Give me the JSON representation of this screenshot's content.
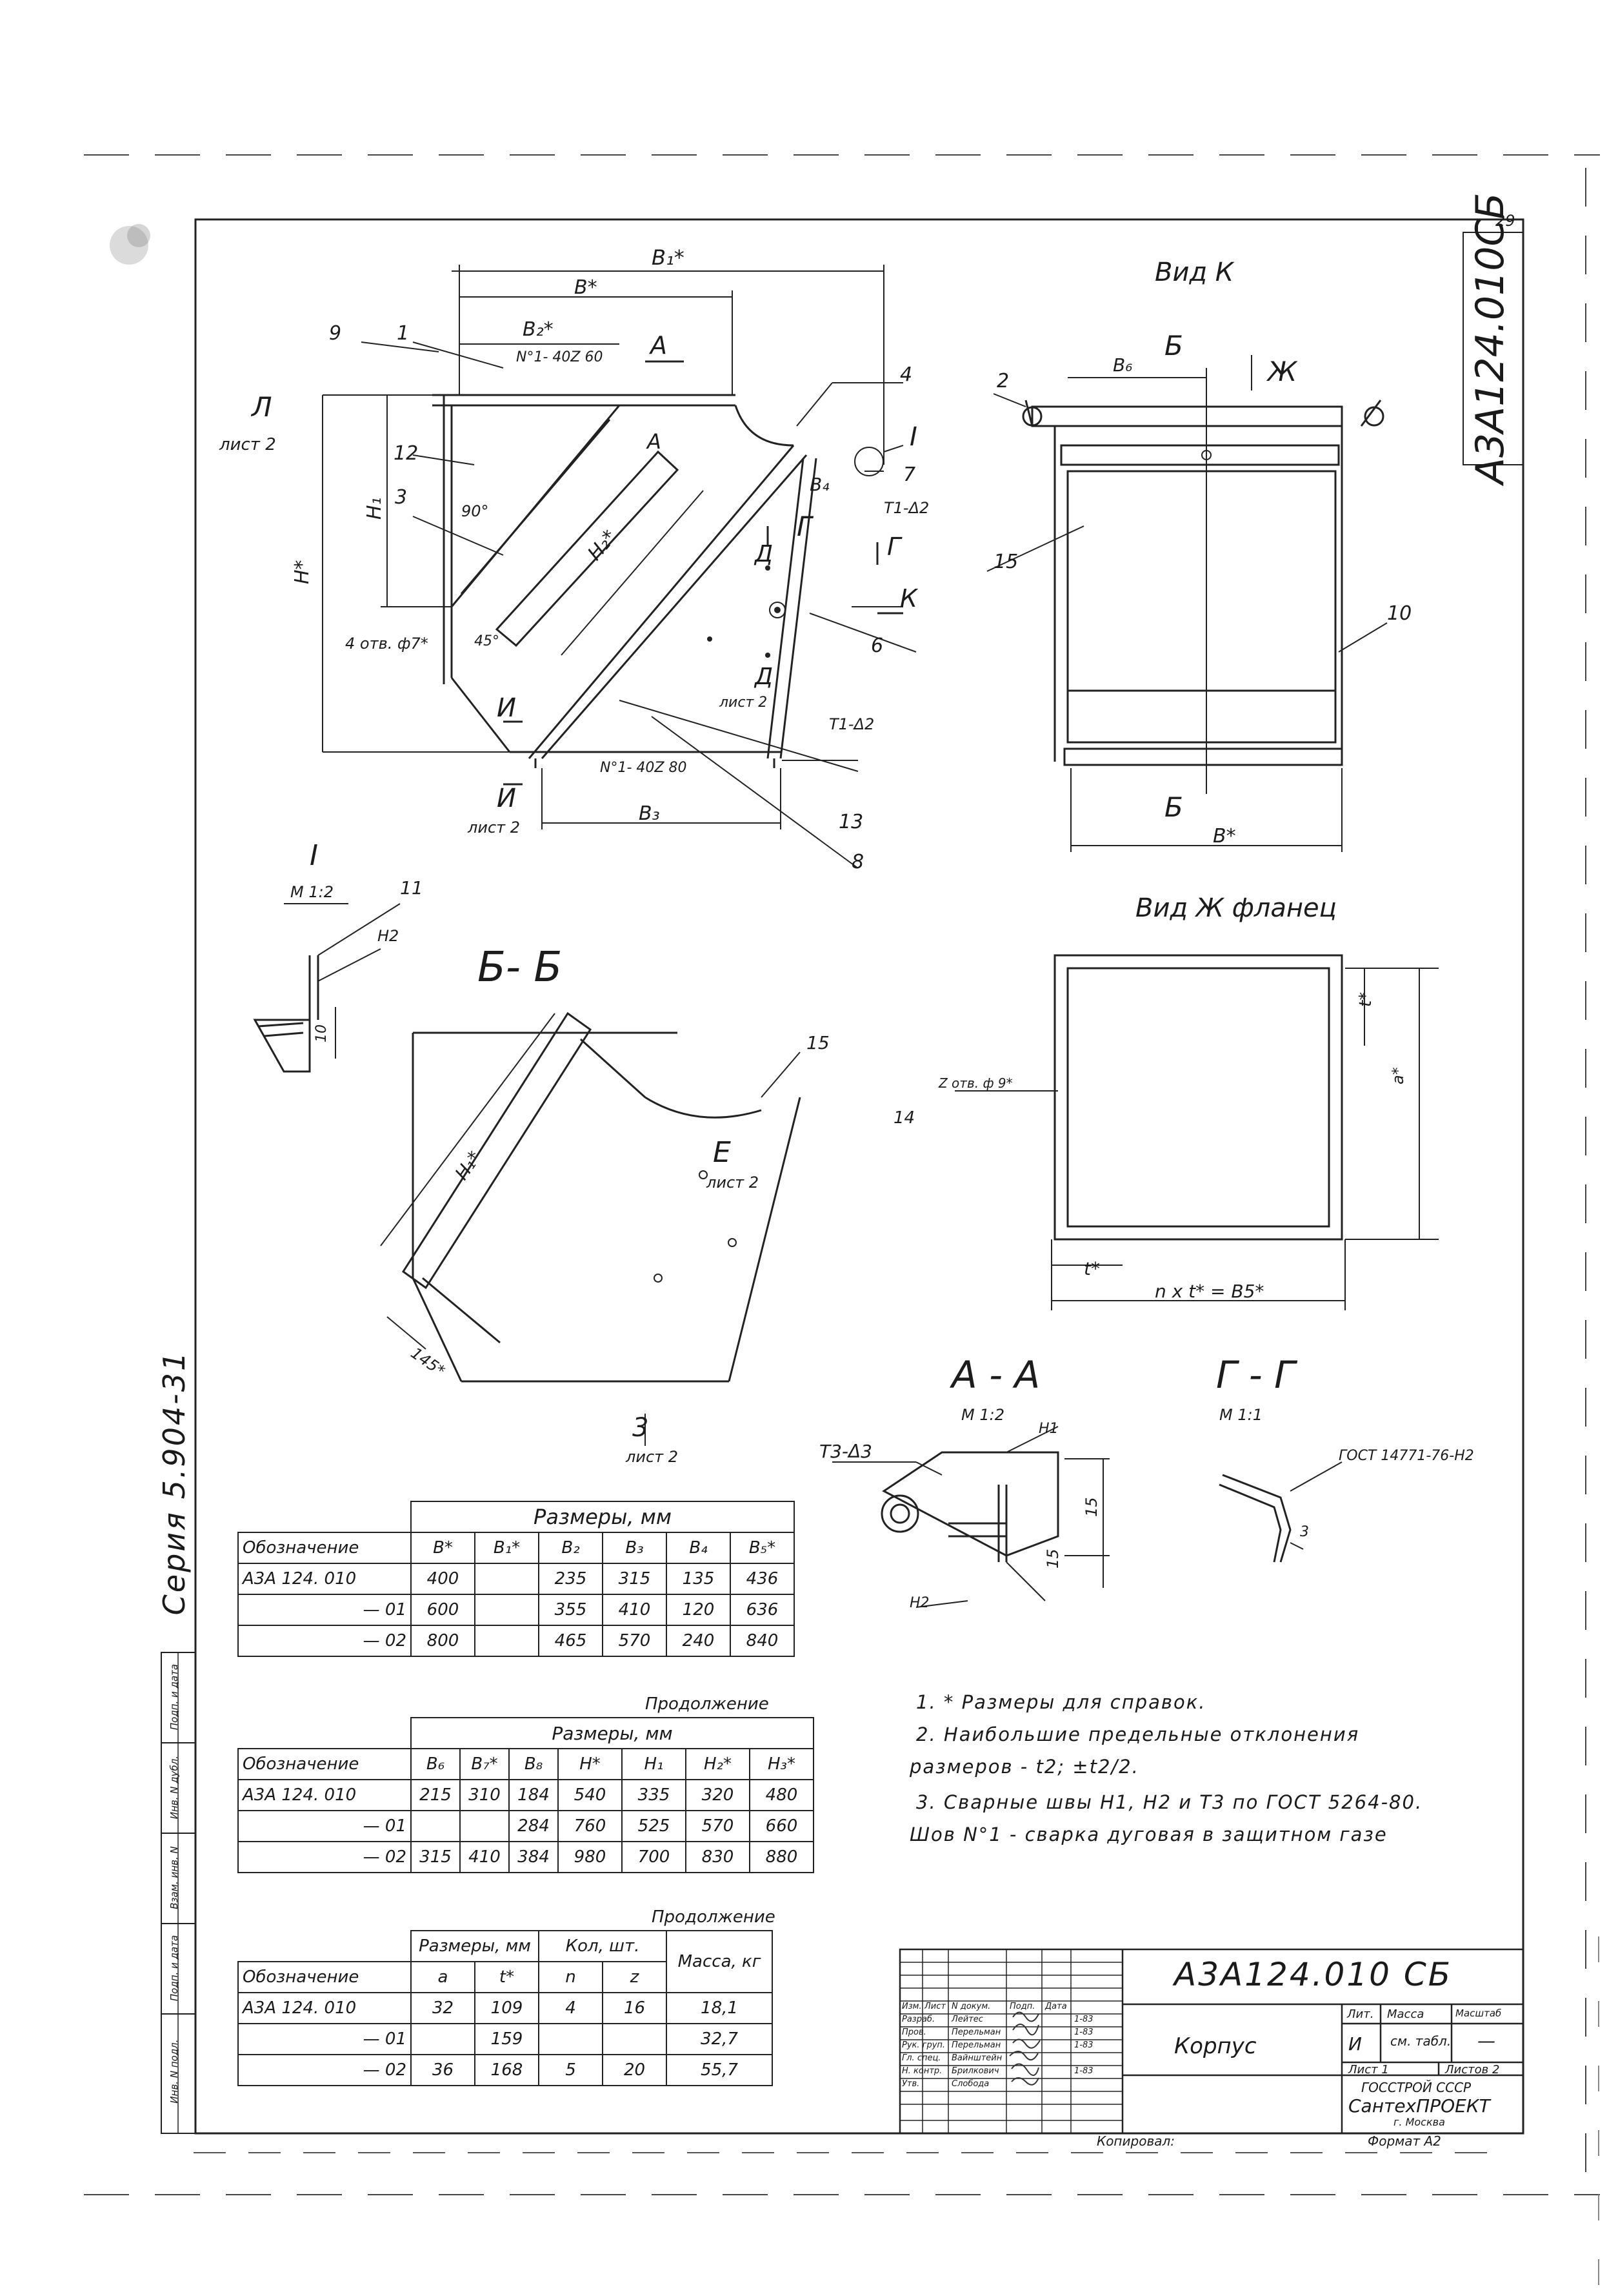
{
  "sheet": {
    "number": "29",
    "designation_vertical": "А3А124.010СБ",
    "series_vertical": "Серия 5.904-31"
  },
  "views": {
    "sheet_ref_L": "Л",
    "sheet_ref_L_sub": "лист 2",
    "section_A": "А",
    "section_A2": "А",
    "dim_B1": "B₁*",
    "dim_B": "B*",
    "dim_B2": "B₂*",
    "dim_H": "H*",
    "dim_H1": "H₁",
    "dim_H2": "H₂*",
    "dim_B4": "B₄",
    "dim_B3": "B₃",
    "angle_90": "90°",
    "angle_45": "45°",
    "holes_label": "4 отв. ф7*",
    "weld_top": "N°1- 40Z 60",
    "weld_bottom": "N°1- 40Z 80",
    "weld_T1a": "T1-Δ2",
    "weld_T1b": "T1-Δ2",
    "sect_G": "Г",
    "sect_D1": "Д",
    "sect_D2": "Д",
    "sect_D_sub": "лист 2",
    "sect_K": "К",
    "sect_I": "И",
    "sect_I_sub": "лист 2",
    "detail_I": "I",
    "pos": [
      "9",
      "1",
      "12",
      "3",
      "4",
      "7",
      "6",
      "13",
      "8"
    ],
    "view_K_title": "Вид  К",
    "view_K_B": "Б",
    "view_K_Zh": "Ж",
    "view_K_B6": "B₆",
    "view_K_Bstar": "B*",
    "view_K_pos": [
      "2",
      "15",
      "10"
    ],
    "view_Zh_title": "Вид  Ж фланец",
    "view_Zh_holes": "Z отв. ф 9*",
    "view_Zh_formula": "n x t* = B5*",
    "view_Zh_t": "t*",
    "view_Zh_a": "a*",
    "detail_I_title": "I",
    "detail_I_scale": "М 1:2",
    "detail_I_pos": [
      "11",
      "Н2"
    ],
    "detail_I_dim": "10",
    "section_BB_title": "Б- Б",
    "section_BB_pos": "15",
    "section_BB_H1": "H₁*",
    "section_BB_dim": "145*",
    "section_BB_E": "E",
    "section_BB_E_sub": "лист 2",
    "section_BB_3": "3",
    "section_BB_3_sub": "лист 2",
    "section_BB_14": "14",
    "section_AA_title": "А - А",
    "section_AA_scale": "М 1:2",
    "section_AA_T3": "T3-Δ3",
    "section_AA_H1": "Н1",
    "section_AA_H2": "Н2",
    "section_AA_15a": "15",
    "section_AA_15b": "15",
    "section_GG_title": "Г - Г",
    "section_GG_scale": "М 1:1",
    "section_GG_gost": "ГОСТ 14771-76-Н2",
    "section_GG_dim": "3"
  },
  "table1": {
    "header_group": "Размеры, мм",
    "columns": [
      "Обозначение",
      "B*",
      "B₁*",
      "B₂",
      "B₃",
      "B₄",
      "B₅*"
    ],
    "rows": [
      [
        "А3А 124. 010",
        "400",
        "",
        "235",
        "315",
        "135",
        "436"
      ],
      [
        "— 01",
        "600",
        "",
        "355",
        "410",
        "120",
        "636"
      ],
      [
        "— 02",
        "800",
        "",
        "465",
        "570",
        "240",
        "840"
      ]
    ]
  },
  "table2": {
    "caption": "Продолжение",
    "header_group": "Размеры, мм",
    "columns": [
      "Обозначение",
      "B₆",
      "B₇*",
      "B₈",
      "H*",
      "H₁",
      "H₂*",
      "H₃*"
    ],
    "rows": [
      [
        "А3А 124. 010",
        "215",
        "310",
        "184",
        "540",
        "335",
        "320",
        "480"
      ],
      [
        "— 01",
        "",
        "",
        "284",
        "760",
        "525",
        "570",
        "660"
      ],
      [
        "— 02",
        "315",
        "410",
        "384",
        "980",
        "700",
        "830",
        "880"
      ]
    ]
  },
  "table3": {
    "caption": "Продолжение",
    "col_group_1": "Размеры, мм",
    "col_group_2": "Кол, шт.",
    "col_group_3": "Масса, кг",
    "columns": [
      "Обозначение",
      "a",
      "t*",
      "n",
      "z"
    ],
    "rows": [
      [
        "А3А 124. 010",
        "32",
        "109",
        "4",
        "16",
        "18,1"
      ],
      [
        "— 01",
        "",
        "159",
        "",
        "",
        "32,7"
      ],
      [
        "— 02",
        "36",
        "168",
        "5",
        "20",
        "55,7"
      ]
    ]
  },
  "notes": [
    "1. * Размеры для справок.",
    "2. Наибольшие предельные отклонения",
    "размеров - t2; ±t2/2.",
    "3. Сварные швы Н1, Н2 и Т3 по ГОСТ 5264-80.",
    "Шов N°1 - сварка дуговая в защитном газе"
  ],
  "side_stamp": [
    "Инв. N подл.",
    "Подп. и дата",
    "Взам. инв. N",
    "Инв. N дубл.",
    "Подп. и дата"
  ],
  "title_block": {
    "designation": "А3А124.010 СБ",
    "name": "Корпус",
    "lit_header": "Лит.",
    "mass_header": "Масса",
    "scale_header": "Масштаб",
    "lit_value": "И",
    "mass_value": "см. табл.",
    "scale_value": "—",
    "sheet": "Лист 1",
    "sheets": "Листов 2",
    "org1": "ГОССТРОЙ СССР",
    "org2": "СантехПРОЕКТ",
    "org3": "г. Москва",
    "copied": "Копировал:",
    "format": "Формат А2",
    "roles": [
      [
        "Изм.",
        "Лист",
        "N докум.",
        "Подп.",
        "Дата"
      ],
      [
        "Разраб.",
        "Лейтес",
        "",
        "1-83"
      ],
      [
        "Пров.",
        "Перельман",
        "",
        "1-83"
      ],
      [
        "Рук. груп.",
        "Перельман",
        "",
        "1-83"
      ],
      [
        "Гл. спец.",
        "Вайнштейн",
        "",
        ""
      ],
      [
        "Н. контр.",
        "Брилкович",
        "",
        "1-83"
      ],
      [
        "Утв.",
        "Слобода",
        "",
        ""
      ]
    ]
  }
}
